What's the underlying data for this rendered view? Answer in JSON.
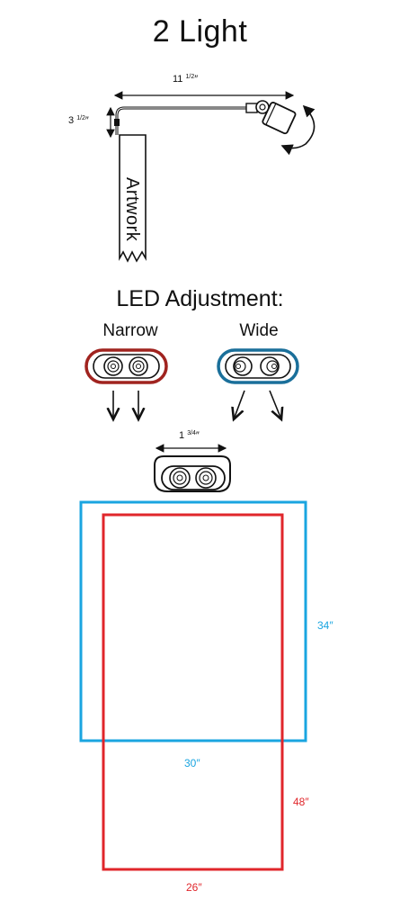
{
  "title": "2 Light",
  "subtitle": "LED Adjustment:",
  "artwork_label": "Artwork",
  "dimensions": {
    "arm_length_whole": "11",
    "arm_length_fraction": "1/2",
    "arm_length_unit": "″",
    "drop_whole": "3",
    "drop_fraction": "1/2",
    "drop_unit": "″",
    "head_width_whole": "1",
    "head_width_fraction": "3/4",
    "head_width_unit": "″"
  },
  "adjustment": {
    "narrow_label": "Narrow",
    "wide_label": "Wide",
    "narrow_color": "#a0231f",
    "wide_color": "#1a6f9a"
  },
  "coverage": {
    "wide": {
      "width": "30″",
      "height": "34″",
      "color": "#1aa5e0"
    },
    "narrow": {
      "width": "26″",
      "height": "48″",
      "color": "#e0262b"
    }
  }
}
